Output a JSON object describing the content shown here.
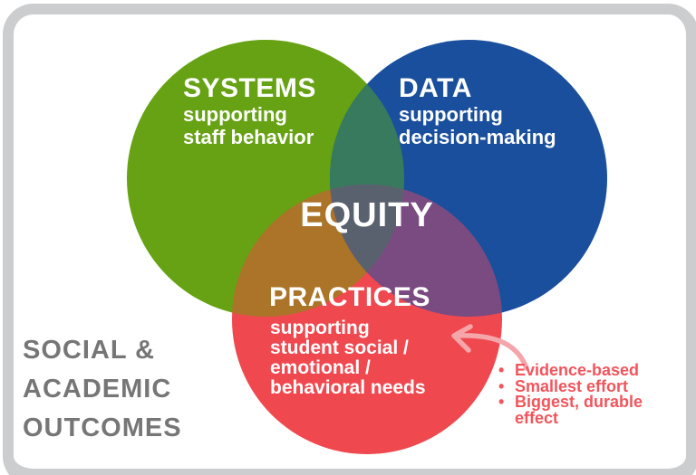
{
  "frame": {
    "border_color": "#CBCDCE",
    "background": "#FFFFFF"
  },
  "diagram": {
    "type": "venn",
    "center_label": "EQUITY",
    "circles": [
      {
        "name": "systems",
        "label": "SYSTEMS",
        "description": "supporting\nstaff behavior",
        "color": "#66A213"
      },
      {
        "name": "data",
        "label": "DATA",
        "description": "supporting\ndecision-making",
        "color": "#1A4F9D"
      },
      {
        "name": "practices",
        "label": "PRACTICES",
        "description": "supporting\nstudent social /\nemotional /\nbehavioral needs",
        "color": "#F0484F"
      }
    ],
    "overlap_colors": {
      "systems_data": "#377A5E",
      "systems_practices": "#AB7428",
      "data_practices": "#7A4B81",
      "center": "#5A616E"
    },
    "outcomes_label": "SOCIAL &\nACADEMIC\nOUTCOMES",
    "annotation": {
      "bullets": [
        "Evidence-based",
        "Smallest effort",
        "Biggest, durable effect"
      ],
      "text_color": "#F2555C",
      "arrow_color": "#F5A6AA"
    }
  }
}
